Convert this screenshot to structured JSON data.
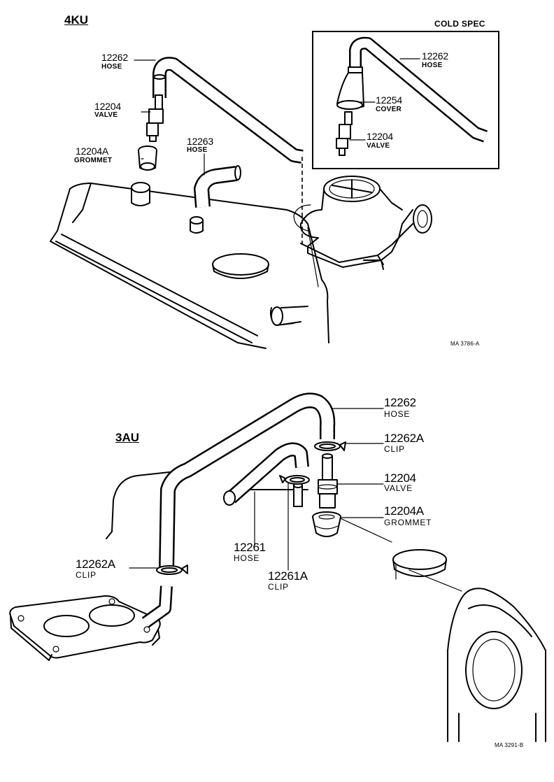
{
  "sections": {
    "top": "4KU",
    "bottom": "3AU"
  },
  "cold_spec": {
    "title": "COLD SPEC",
    "hose_num": "12262",
    "hose_name": "HOSE",
    "cover_num": "12254",
    "cover_name": "COVER",
    "valve_num": "12204",
    "valve_name": "VALVE"
  },
  "top_parts": {
    "hose_12262_num": "12262",
    "hose_12262_name": "HOSE",
    "valve_num": "12204",
    "valve_name": "VALVE",
    "grommet_num": "12204A",
    "grommet_name": "GROMMET",
    "hose_12263_num": "12263",
    "hose_12263_name": "HOSE"
  },
  "bottom_parts": {
    "hose_12262_num": "12262",
    "hose_12262_name": "HOSE",
    "clip_right_num": "12262A",
    "clip_right_name": "CLIP",
    "valve_num": "12204",
    "valve_name": "VALVE",
    "grommet_num": "12204A",
    "grommet_name": "GROMMET",
    "hose_12261_num": "12261",
    "hose_12261_name": "HOSE",
    "clip_12261_num": "12261A",
    "clip_12261_name": "CLIP",
    "clip_left_num": "12262A",
    "clip_left_name": "CLIP"
  },
  "codes": {
    "top": "MA 3786-A",
    "bottom": "MA 3291-B"
  }
}
